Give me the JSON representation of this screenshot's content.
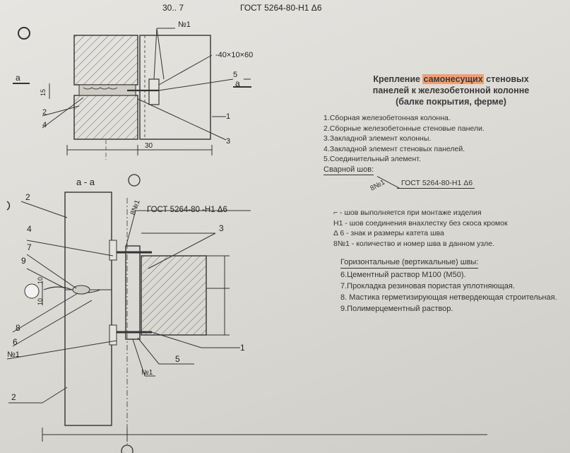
{
  "header": {
    "top_text": "30.. 7",
    "top_gost": "ГОСТ 5264-80-Н1 Δ6"
  },
  "title": {
    "line1_pre": "Крепление ",
    "line1_hl": "самонесущих",
    "line1_post": " стеновых",
    "line2": "панелей к железобетонной колонне",
    "line3": "(балке покрытия, ферме)"
  },
  "components": [
    "1.Сборная железобетонная колонна.",
    "2.Сборные железобетонные стеновые панели.",
    "3.Закладной элемент колонны.",
    "4.Закладной элемент стеновых панелей.",
    "5.Соединительный элемент."
  ],
  "weld_heading": "Сварной шов:",
  "weld_symbol": {
    "number": "8№1",
    "standard": "ГОСТ 5264-80-Н1 Δ6"
  },
  "weld_legend": [
    "⌐ - шов выполняется при монтаже изделия",
    "Н1 - шов соединения внахлестку без скоса кромок",
    "Δ 6 - знак и размеры катета шва",
    "8№1 - количество и номер шва в данном узле."
  ],
  "joints_heading": "Горизонтальные (вертикальные) швы:",
  "joints": [
    "6.Цементный раствор М100 (М50).",
    "7.Прокладка резиновая пористая уплотняющая.",
    "8. Мастика герметизирующая нетвердеющая строительная.",
    "9.Полимерцементный раствор."
  ],
  "drawing_labels": {
    "top": {
      "n1": "№1",
      "plate": "-40×10×60",
      "five": "5",
      "a_right": "а",
      "a_left": "а",
      "fifteen": "15",
      "two": "2",
      "four": "4",
      "one": "1",
      "three": "3",
      "thirty": "30"
    },
    "section": {
      "title": "а - а",
      "weld_n": "8№1",
      "weld_gost": "ГОСТ 5264-80 -Н1 Δ6",
      "two_top": "2",
      "three": "3",
      "four": "4",
      "seven": "7",
      "nine": "9",
      "ten_a": "10",
      "ten_b": "10",
      "eight": "8",
      "six": "6",
      "n1_left": "№1",
      "one": "1",
      "five": "5",
      "n1_bottom": "№1",
      "two_bottom": "2"
    }
  }
}
